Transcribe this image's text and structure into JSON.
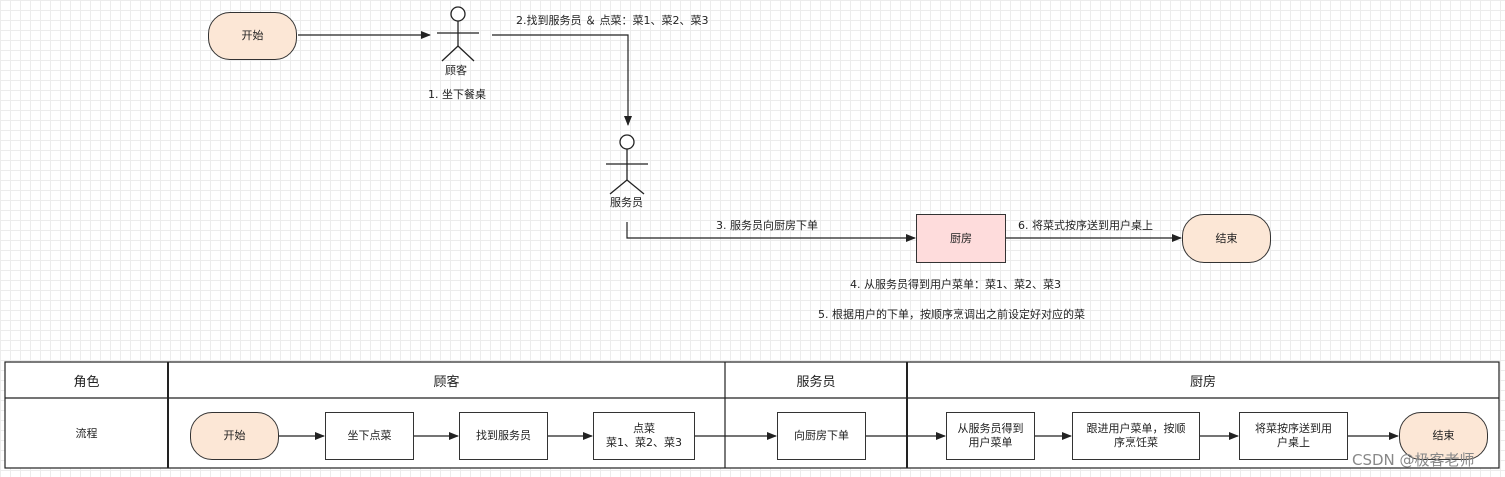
{
  "flow": {
    "start": "开始",
    "customer": "顾客",
    "step1": "1. 坐下餐桌",
    "step2": "2.找到服务员 ＆ 点菜：菜1、菜2、菜3",
    "waiter": "服务员",
    "step3": "3. 服务员向厨房下单",
    "kitchen": "厨房",
    "step6": "6. 将菜式按序送到用户桌上",
    "end": "结束",
    "step4": "4. 从服务员得到用户菜单：菜1、菜2、菜3",
    "step5": "5. 根据用户的下单，按顺序烹调出之前设定好对应的菜"
  },
  "table": {
    "headers": [
      "角色",
      "顾客",
      "服务员",
      "厨房"
    ],
    "row_label": "流程",
    "start": "开始",
    "sit_order": "坐下点菜",
    "find_waiter": "找到服务员",
    "order_line1": "点菜",
    "order_line2": "菜1、菜2、菜3",
    "to_kitchen": "向厨房下单",
    "get_menu_line1": "从服务员得到",
    "get_menu_line2": "用户菜单",
    "cook_line1": "跟进用户菜单，按顺",
    "cook_line2": "序烹饪菜",
    "serve_line1": "将菜按序送到用",
    "serve_line2": "户桌上",
    "end": "结束"
  },
  "watermark": "CSDN @极客老师"
}
